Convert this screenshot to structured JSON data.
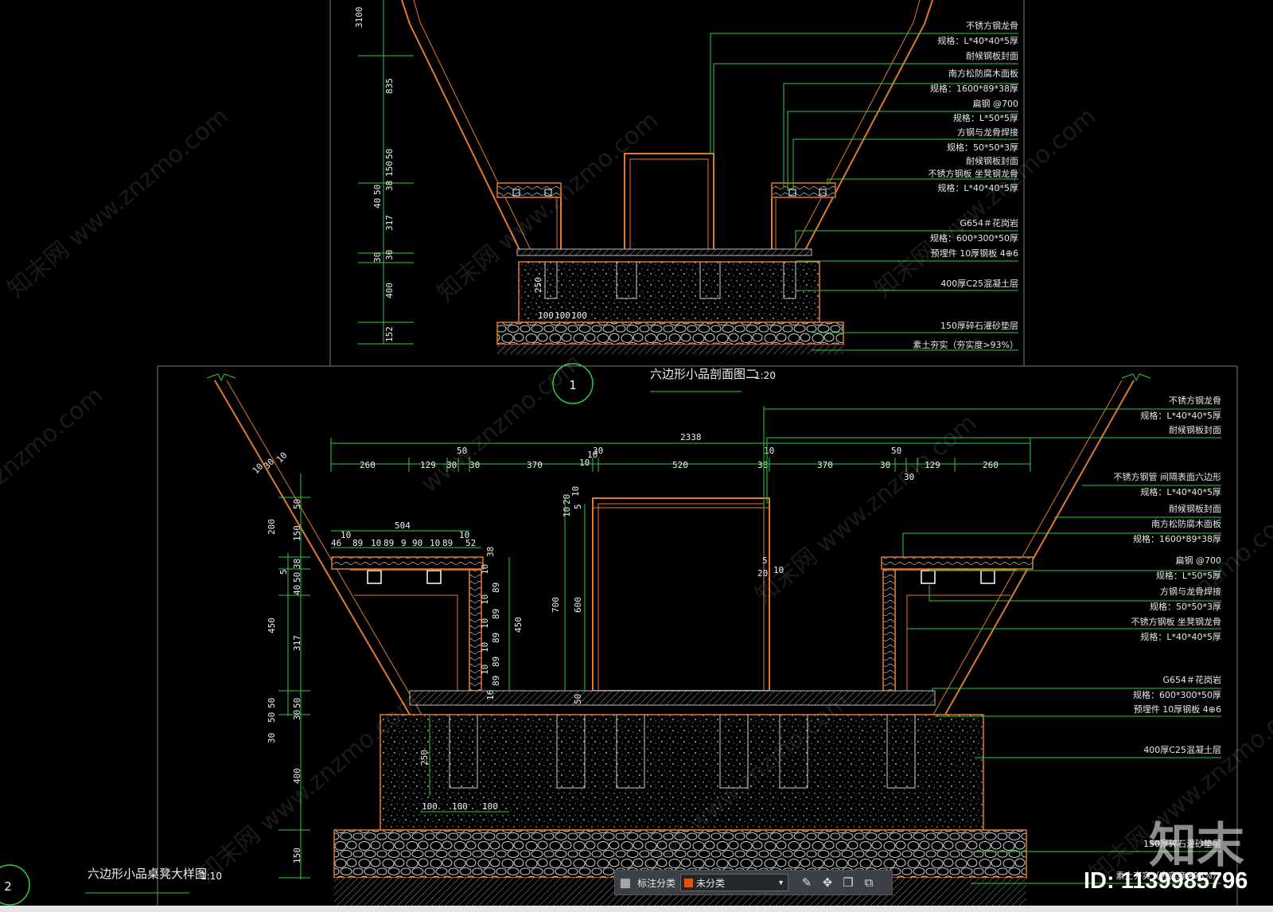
{
  "colors": {
    "background": "#000000",
    "structure": "#e07a2c",
    "leader": "#2ecc40",
    "dimension": "#2ecc40",
    "text": "#f0f0f0"
  },
  "top_section": {
    "title": "六边形小品剖面图二",
    "scale": "1:20",
    "number": "1",
    "annotations": [
      "不锈方钢龙骨",
      "规格：L*40*40*5厚",
      "耐候钢板封面",
      "南方松防腐木面板",
      "规格：1600*89*38厚",
      "扁钢 @700",
      "规格：L*50*5厚",
      "方钢与龙骨焊接",
      "规格：50*50*3厚",
      "耐候钢板封面",
      "不锈方钢板 坐凳钢龙骨",
      "规格：L*40*40*5厚",
      "G654＃花岗岩",
      "规格：600*300*50厚",
      "预埋件 10厚钢板 4⊕6",
      "400厚C25混凝土层",
      "150厚碎石灌砂垫层",
      "素土夯实（夯实度>93%）"
    ],
    "vdims": [
      "3100",
      "835",
      "50",
      "150",
      "38",
      "50",
      "40",
      "317",
      "30",
      "30",
      "400",
      "152"
    ],
    "small_dims": [
      "250",
      "100",
      "100",
      "100"
    ]
  },
  "bottom_section": {
    "title": "六边形小品桌凳大样图",
    "scale": "1:10",
    "number": "2",
    "annotations": [
      "不锈方钢龙骨",
      "规格：L*40*40*5厚",
      "耐候钢板封面",
      "不锈方钢管 间隔表面六边形",
      "规格：L*40*40*5厚",
      "耐候钢板封面",
      "南方松防腐木面板",
      "规格：1600*89*38厚",
      "扁钢 @700",
      "规格：L*50*5厚",
      "方钢与龙骨焊接",
      "规格：50*50*3厚",
      "不锈方钢板 坐凳钢龙骨",
      "规格：L*40*40*5厚",
      "G654＃花岗岩",
      "规格：600*300*50厚",
      "预埋件 10厚钢板 4⊕6",
      "400厚C25混凝土层",
      "150厚碎石灌砂垫层",
      "素土夯实（夯实度>93%）"
    ],
    "overall_dim": "2338",
    "top_row": [
      "260",
      "129",
      "30",
      "30",
      "370",
      "10",
      "520",
      "30",
      "10",
      "370",
      "30",
      "129",
      "260"
    ],
    "top_row_extra": [
      "50",
      "30",
      "10",
      "50",
      "30"
    ],
    "left_vdims": [
      "200",
      "150",
      "50",
      "5",
      "38",
      "40",
      "50",
      "450",
      "317",
      "50",
      "50",
      "50",
      "30",
      "30",
      "400",
      "150"
    ],
    "seat_dims": [
      "504",
      "10",
      "10",
      "46",
      "89",
      "10",
      "89",
      "9",
      "90",
      "10",
      "89",
      "52",
      "38",
      "10",
      "89",
      "10",
      "89",
      "10",
      "89",
      "10",
      "89",
      "10",
      "89",
      "16",
      "450"
    ],
    "center_dims": [
      "700",
      "600",
      "10",
      "20",
      "10",
      "5",
      "50",
      "5",
      "20",
      "10"
    ],
    "base_dims": [
      "250",
      "100",
      "100",
      "100"
    ],
    "angle_dims": [
      "10",
      "30",
      "10"
    ]
  },
  "toolbar": {
    "grid_icon": "grid-icon",
    "label": "标注分类",
    "select_value": "未分类",
    "icons": [
      "edit-icon",
      "move-icon",
      "copy-icon",
      "paste-icon"
    ]
  },
  "branding": {
    "logo": "知末",
    "id_text": "ID: 1139985796",
    "watermarks": [
      "知末网 www.znzmo.com",
      "www.znzmo.com",
      "znzmo.com"
    ]
  }
}
